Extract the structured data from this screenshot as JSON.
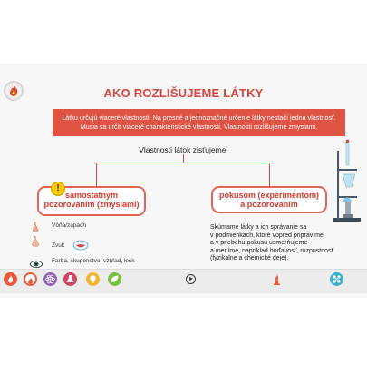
{
  "slide": {
    "title": "AKO ROZLIŠUJEME LÁTKY",
    "banner": {
      "line1": "Látku určujú viaceré vlastnosti. Na presné a jednoznačné určenie látky nestačí jedna vlastnosť.",
      "line2": "Musia sa určiť viaceré charakteristické vlastnosti. Vlastnosti rozlišujeme zmyslami."
    },
    "subheading": "Vlastnosti látok zisťujeme:",
    "left_box": {
      "line1": "samostatným",
      "line2": "pozorovaním (zmyslami)"
    },
    "right_box": {
      "line1": "pokusom (experimentom)",
      "line2": "a pozorovaním"
    },
    "senses": [
      {
        "icon": "nose-icon",
        "label": "Vôňa/zápach"
      },
      {
        "icon": "mouth-icon",
        "label": "Zvuk"
      },
      {
        "icon": "eye-icon",
        "label": "Farba, skupenstvo, vzhľad, lesk"
      }
    ],
    "description": [
      "Skúmame látky a ich správanie sa",
      "v podmienkach, ktoré vopred pripravíme",
      "a v priebehu pokusu usmerňujeme",
      "a meníme, napríklad horľavosť, rozpustnosť",
      "(fyzikálne a chemické deje)."
    ]
  },
  "colors": {
    "accent": "#d9443a",
    "banner": "#df5343"
  },
  "bottom_bar": {
    "left_icons": [
      "flame-icon",
      "fire-icon",
      "atom-icon",
      "flask-icon",
      "lightbulb-icon",
      "leaf-icon"
    ],
    "center_icon": "play-icon",
    "right_icons": [
      "burner-icon",
      "molecule-icon"
    ]
  }
}
